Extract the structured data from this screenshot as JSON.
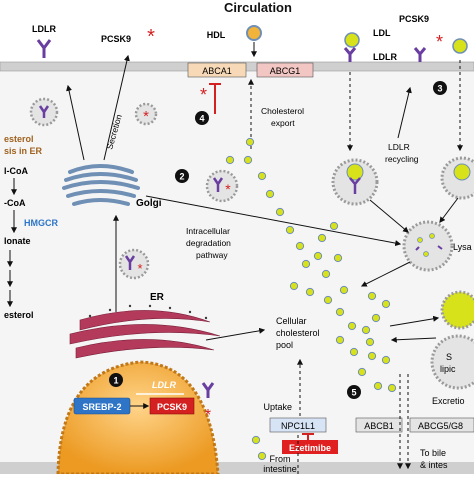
{
  "title": "Circulation",
  "top_labels": {
    "ldlr": "LDLR",
    "pcsk9": "PCSK9",
    "hdl": "HDL",
    "ldl": "LDL",
    "pcsk9_right": "PCSK9",
    "ldlr_right": "LDLR"
  },
  "transporters": {
    "abca1": "ABCA1",
    "abcg1": "ABCG1",
    "npc1l1": "NPC1L1",
    "abcb1": "ABCB1",
    "abcg5g8": "ABCG5/G8"
  },
  "numbers": [
    "1",
    "2",
    "3",
    "4",
    "5"
  ],
  "labels": {
    "secretion": "Secretion",
    "cholesterol_export_1": "Cholesterol",
    "cholesterol_export_2": "export",
    "golgi": "Golgi",
    "intracellular_1": "Intracellular",
    "intracellular_2": "degradation",
    "intracellular_3": "pathway",
    "ldlr_recycling_1": "LDLR",
    "ldlr_recycling_2": "recycling",
    "lysosome": "Lysa",
    "er": "ER",
    "cellular_pool_1": "Cellular",
    "cellular_pool_2": "cholesterol",
    "cellular_pool_3": "pool",
    "storage_1": "S",
    "storage_2": "lipic",
    "uptake": "Uptake",
    "from_intestine_1": "From",
    "from_intestine_2": "intestine",
    "excretion": "Excretio",
    "to_bile_1": "To bile",
    "to_bile_2": "& intes",
    "ezetimibe": "Ezetimibe",
    "srebp2": "SREBP-2",
    "ldlr_gene": "LDLR",
    "pcsk9_gene": "PCSK9"
  },
  "synthesis": {
    "line1": "esterol",
    "line2": "sis in ER",
    "line3": "l-CoA",
    "line4": "-CoA",
    "line5": "HMGCR",
    "line6": "lonate",
    "line7": "esterol"
  },
  "colors": {
    "membrane": "#cfcfcf",
    "cell_interior": "#f5f5f5",
    "lipoprotein": "#d8e21a",
    "vesicle": "#e4e4e4",
    "vesicle_rim": "#9a9a9a",
    "ldlr_purple": "#6a3ea1",
    "pcsk9_red": "#d42020",
    "abca1_fill": "#f7d9b8",
    "abcg1_fill": "#f2c6c2",
    "npc1l1_fill": "#d6e4f5",
    "ezetimibe_fill": "#e02020",
    "hmgcr_blue": "#2e75c7",
    "synthesis_brown": "#a0621e",
    "nucleus": "#f2a635",
    "er_red": "#b33a5a",
    "golgi_blue": "#6f8fb5"
  }
}
